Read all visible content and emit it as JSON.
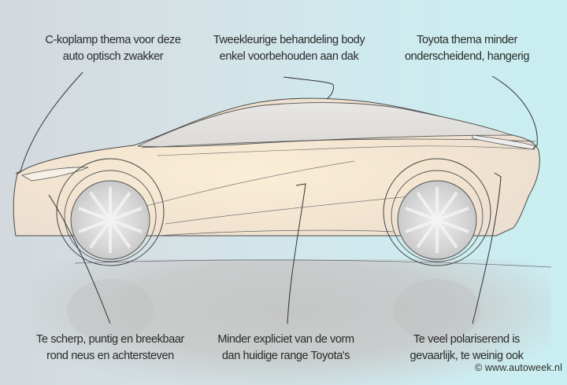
{
  "image": {
    "subject": "Toyota concept car side-view sketch with design critique annotations",
    "colors": {
      "background_left": "#d3d9de",
      "background_right": "#c9eef1",
      "car_body": "#f1e3cf",
      "car_glow": "#fbeed6",
      "outline": "#3a3a3a",
      "wheel": "#d9d9d9",
      "reflection": "#c6c6c6",
      "text": "#2a2a2a"
    }
  },
  "annotations": {
    "top_left": {
      "line1": "C-koplamp thema voor deze",
      "line2": "auto optisch zwakker"
    },
    "top_middle": {
      "line1": "Tweekleurige behandeling body",
      "line2": "enkel voorbehouden aan dak"
    },
    "top_right": {
      "line1": "Toyota thema minder",
      "line2": "onderscheidend, hangerig"
    },
    "bottom_left": {
      "line1": "Te scherp, puntig en breekbaar",
      "line2": "rond neus en achtersteven"
    },
    "bottom_middle": {
      "line1": "Minder expliciet van de vorm",
      "line2": "dan huidige range Toyota's"
    },
    "bottom_right": {
      "line1": "Te veel polariserend is",
      "line2": "gevaarlijk, te weinig ook"
    }
  },
  "watermark": "© www.autoweek.nl"
}
